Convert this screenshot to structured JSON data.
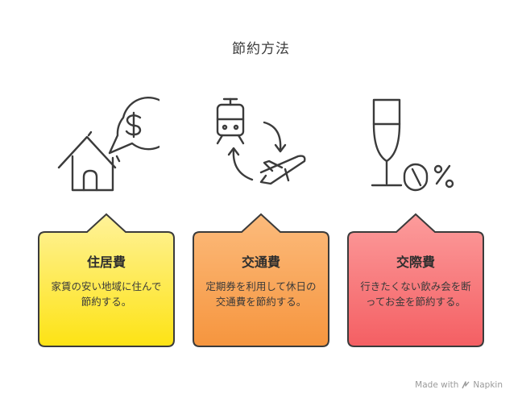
{
  "title": "節約方法",
  "items": [
    {
      "title": "住居費",
      "description": "家賃の安い地域に住んで節約する。",
      "icon": "house-dollar-icon",
      "color_top": "#fff29a",
      "color_bottom": "#fde314"
    },
    {
      "title": "交通費",
      "description": "定期券を利用して休日の交通費を節約する。",
      "icon": "train-plane-icon",
      "color_top": "#fcbb7c",
      "color_bottom": "#f6953e"
    },
    {
      "title": "交際費",
      "description": "行きたくない飲み会を断ってお金を節約する。",
      "icon": "glass-pill-percent-icon",
      "color_top": "#fc9c9c",
      "color_bottom": "#f45f63"
    }
  ],
  "footer": {
    "made_with": "Made with",
    "brand": "Napkin"
  }
}
